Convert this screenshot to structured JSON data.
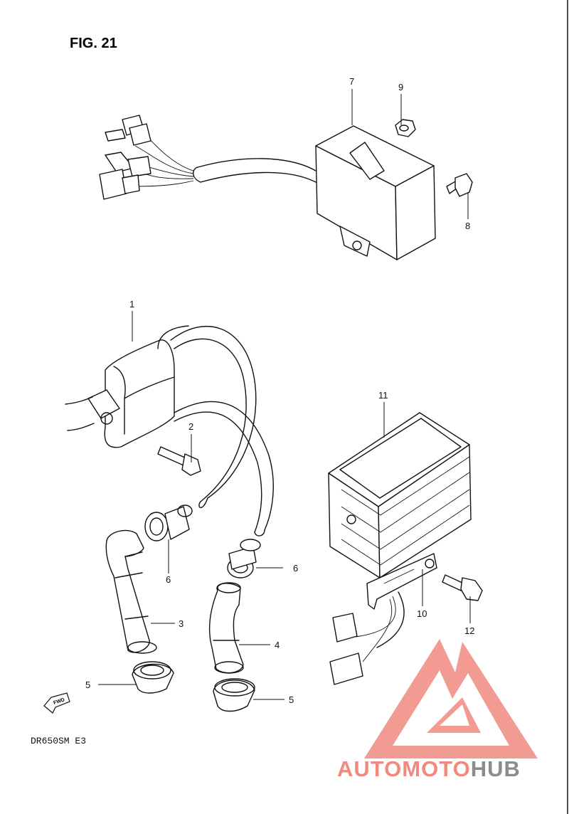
{
  "figure": {
    "title": "FIG. 21",
    "model_code": "DR650SM  E3",
    "direction_marker": "FWD"
  },
  "callouts": [
    {
      "id": "1",
      "label": "1"
    },
    {
      "id": "2",
      "label": "2"
    },
    {
      "id": "3",
      "label": "3"
    },
    {
      "id": "4",
      "label": "4"
    },
    {
      "id": "5a",
      "label": "5"
    },
    {
      "id": "5b",
      "label": "5"
    },
    {
      "id": "6a",
      "label": "6"
    },
    {
      "id": "6b",
      "label": "6"
    },
    {
      "id": "7",
      "label": "7"
    },
    {
      "id": "8",
      "label": "8"
    },
    {
      "id": "9",
      "label": "9"
    },
    {
      "id": "10",
      "label": "10"
    },
    {
      "id": "11",
      "label": "11"
    },
    {
      "id": "12",
      "label": "12"
    }
  ],
  "watermark": {
    "brand_part1": "AUTOMOTO",
    "brand_part2": "HUB",
    "color_primary": "#f08a80",
    "color_secondary": "#8c8c8c"
  }
}
